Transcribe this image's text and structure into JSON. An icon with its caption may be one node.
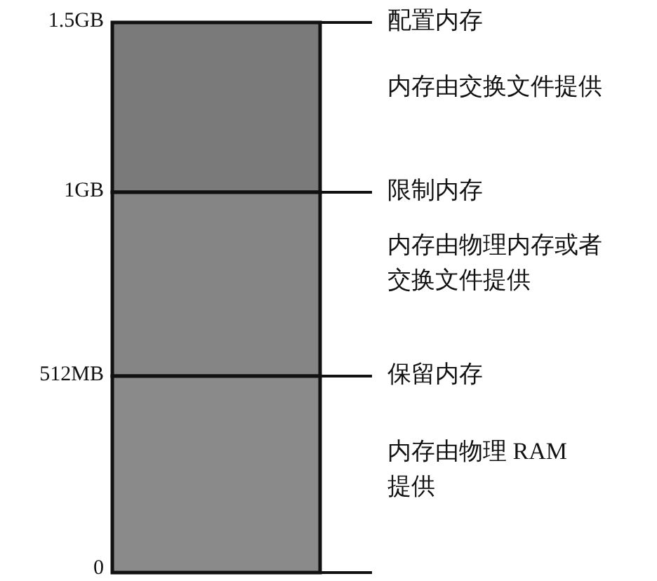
{
  "diagram": {
    "labels": [
      "1.5GB",
      "配置内存",
      "内存由交换文件提供",
      "1GB",
      "限制内存",
      "内存由物理内存或者交换文件提供",
      "512MB",
      "保留内存",
      "内存由物理 RAM提供",
      "0"
    ]
  }
}
